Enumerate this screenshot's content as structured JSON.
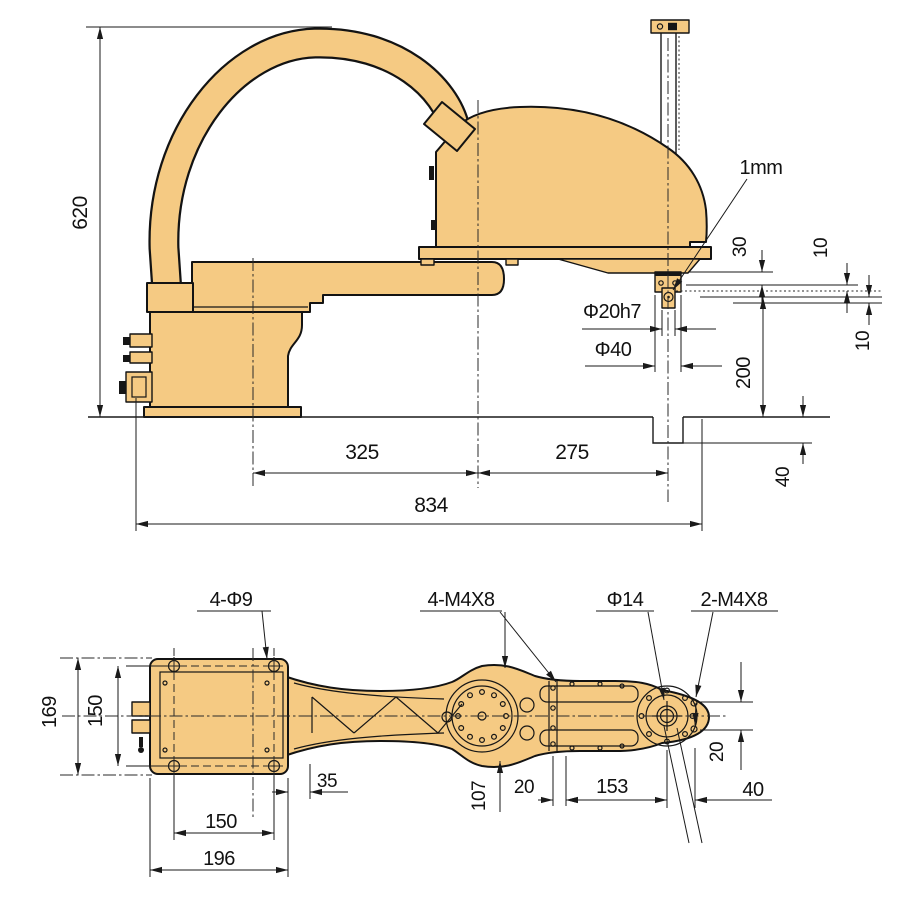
{
  "colors": {
    "part_fill": "#f5ca83",
    "line": "#1a1a1a",
    "background": "#ffffff"
  },
  "drawing": {
    "type": "scara-robot-dimension-drawing"
  },
  "side_view": {
    "labels": {
      "height_620": "620",
      "link1_325": "325",
      "link2_275": "275",
      "overall_834": "834",
      "gap_1mm": "1mm",
      "quill_dia": "Φ20h7",
      "flange_dia": "Φ40",
      "d30": "30",
      "d10_upper": "10",
      "d10_lower": "10",
      "d200": "200",
      "d40": "40"
    }
  },
  "plan_view": {
    "labels": {
      "base_holes": "4-Φ9",
      "elbow_taps": "4-M4X8",
      "tool_hole": "Φ14",
      "tool_taps": "2-M4X8",
      "d169": "169",
      "d150_v": "150",
      "d150_h": "150",
      "d196": "196",
      "d35": "35",
      "d107": "107",
      "d20_left": "20",
      "d153": "153",
      "d40_tip": "40",
      "d20_right": "20"
    }
  }
}
